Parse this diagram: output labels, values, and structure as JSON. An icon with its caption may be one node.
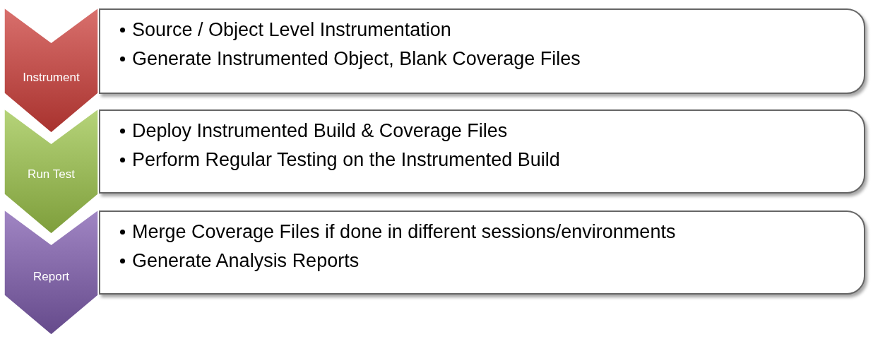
{
  "diagram": {
    "nodes": [
      {
        "text": [
          "Instrument"
        ]
      },
      {
        "text": [
          "Source / Object Level Instrumentation",
          "Generate Instrumented Object,  Blank Coverage Files"
        ]
      },
      {
        "text": [
          "Run Test"
        ]
      },
      {
        "text": [
          "Deploy Instrumented Build & Coverage Files",
          "Perform Regular Testing on the Instrumented Build"
        ]
      },
      {
        "text": [
          "Report"
        ]
      },
      {
        "text": [
          "Merge Coverage Files if done in different sessions/environments",
          "Generate Analysis Reports"
        ]
      }
    ]
  }
}
